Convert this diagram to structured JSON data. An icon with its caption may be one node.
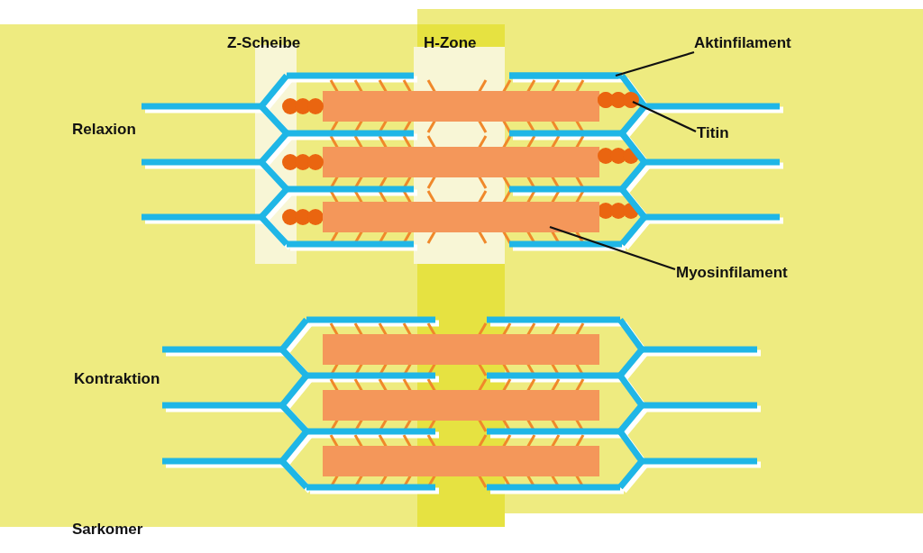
{
  "diagram": {
    "nodes": [
      {
        "text": [
          "Aktinfilament"
        ]
      },
      {
        "text": [],
        "shape": "line"
      },
      {
        "text": [
          "Titin"
        ]
      },
      {
        "text": [],
        "shape": "circle"
      },
      {
        "text": [
          "Myosinfilament"
        ]
      },
      {
        "text": [],
        "shape": "bar"
      }
    ],
    "edges": [
      {
        "from": 0,
        "to": 1,
        "arrow": "none"
      },
      {
        "from": 2,
        "to": 3,
        "arrow": "none"
      },
      {
        "from": 4,
        "to": 5,
        "arrow": "none"
      }
    ],
    "labels": [
      "Z-Scheibe",
      "H-Zone",
      "Relaxion",
      "Kontraktion",
      "Sarkomer"
    ]
  }
}
